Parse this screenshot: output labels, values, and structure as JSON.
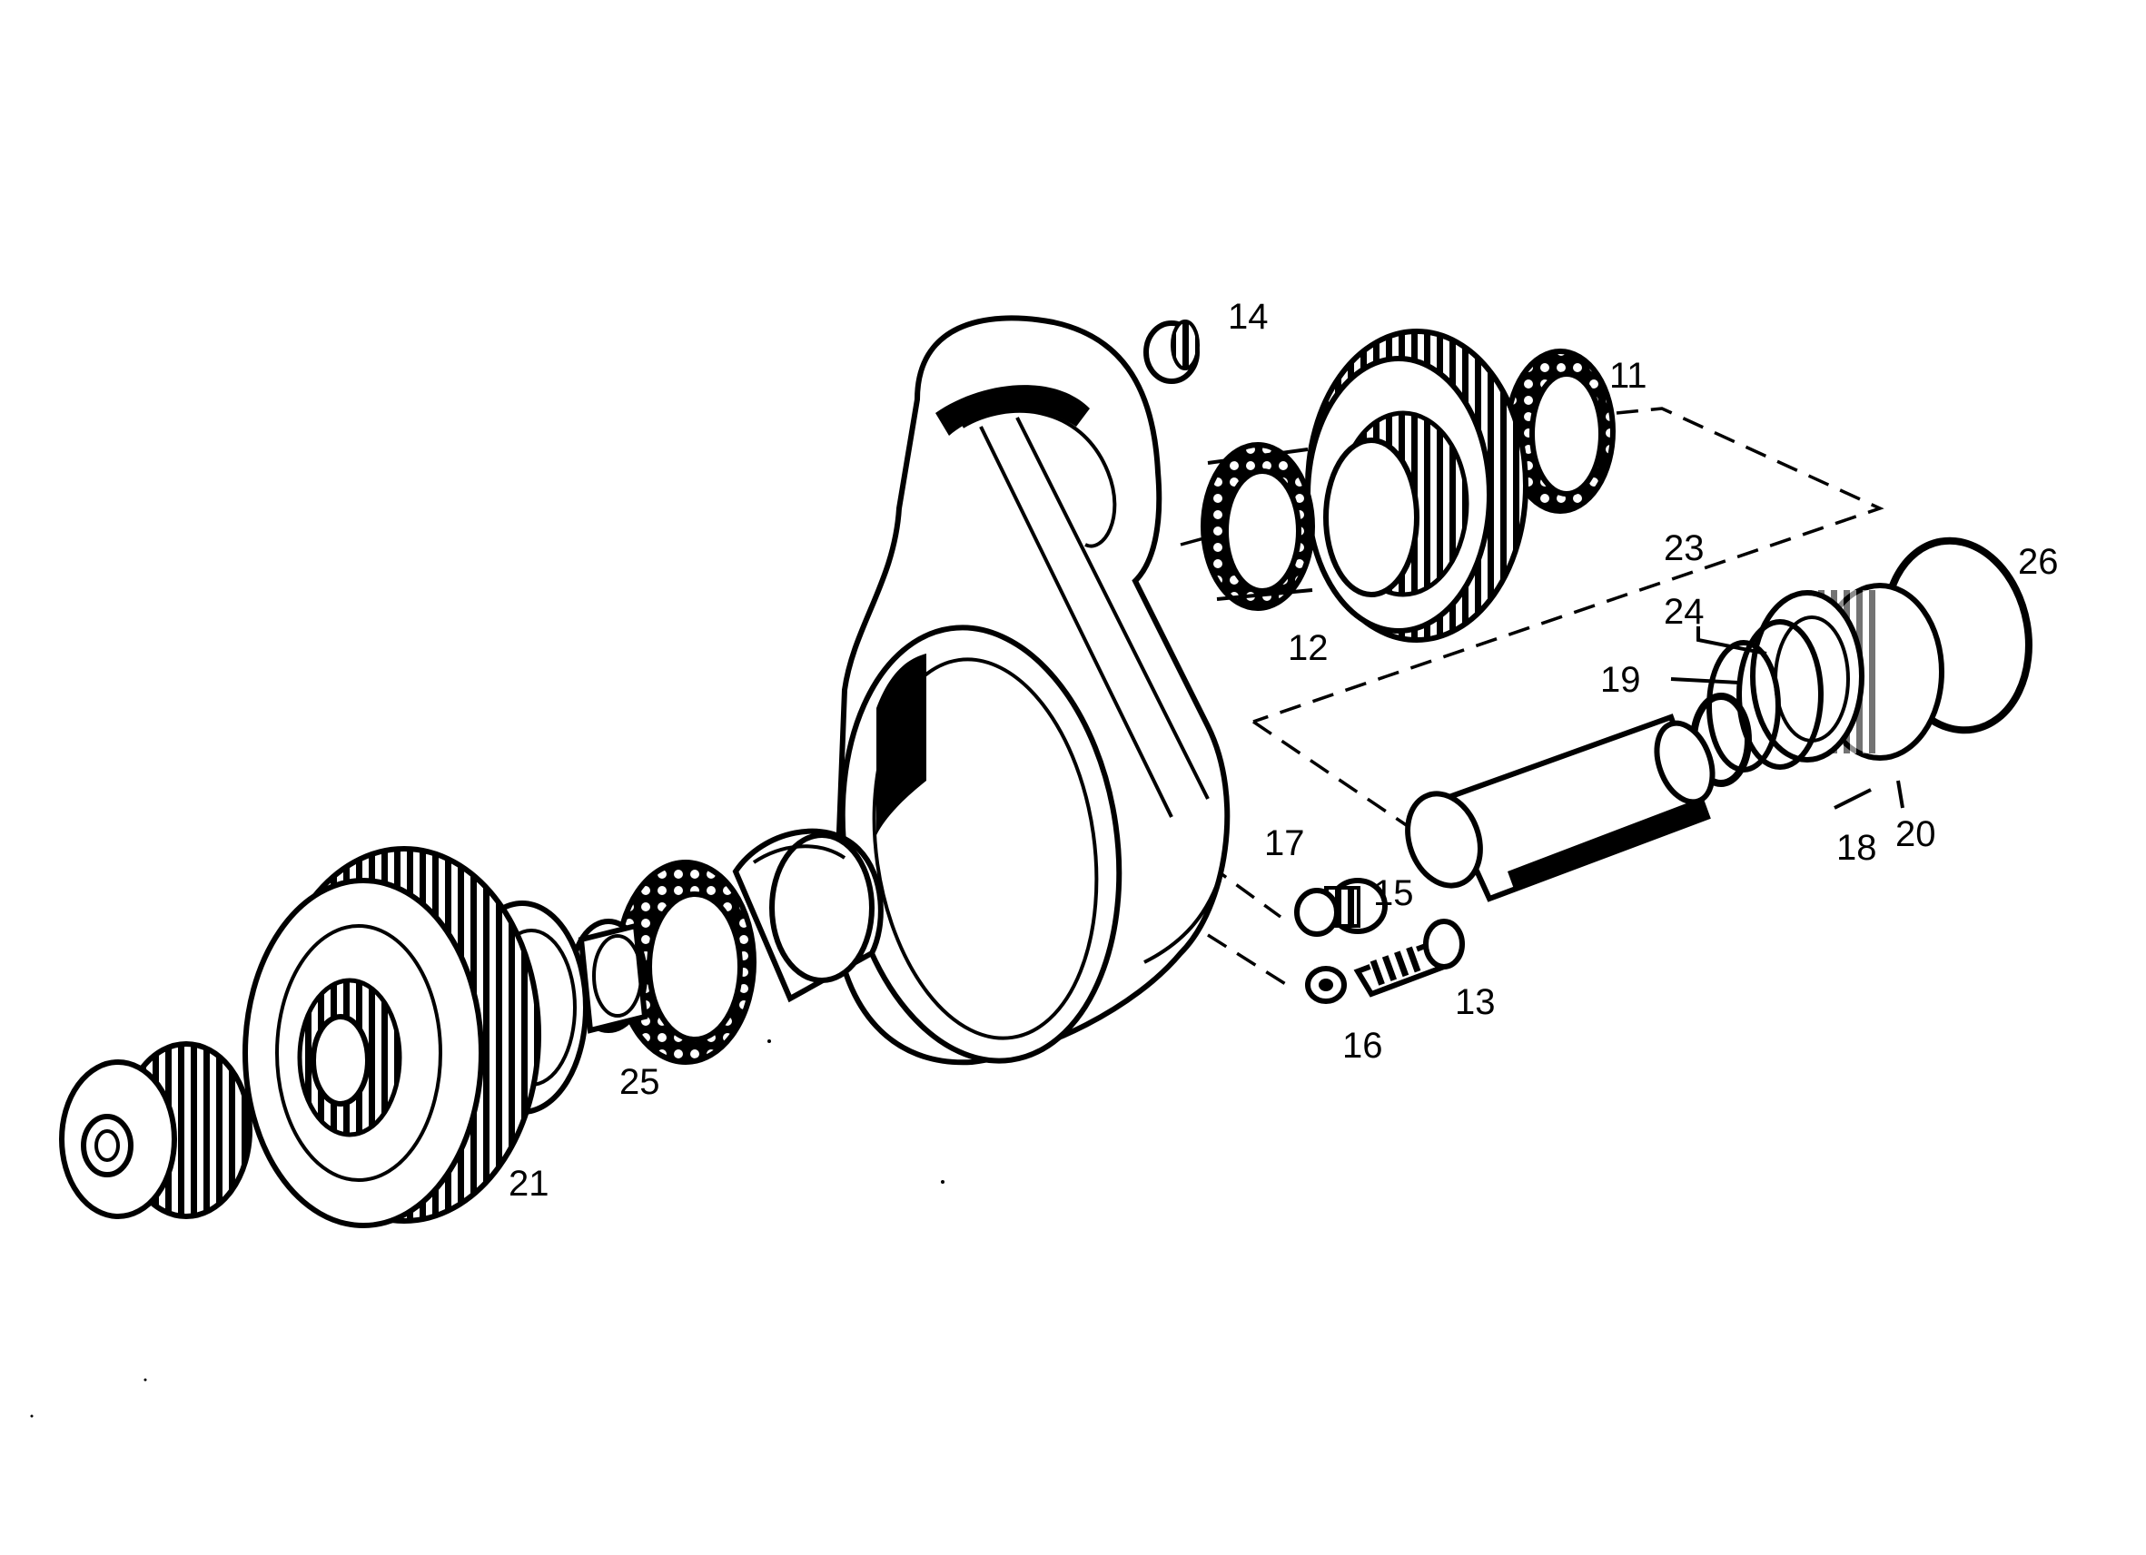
{
  "diagram": {
    "labels": {
      "p11": "11",
      "p12": "12",
      "p13": "13",
      "p14": "14",
      "p15": "15",
      "p16": "16",
      "p17": "17",
      "p18": "18",
      "p19": "19",
      "p20": "20",
      "p21": "21",
      "p23": "23",
      "p24": "24",
      "p25": "25",
      "p26": "26"
    }
  }
}
